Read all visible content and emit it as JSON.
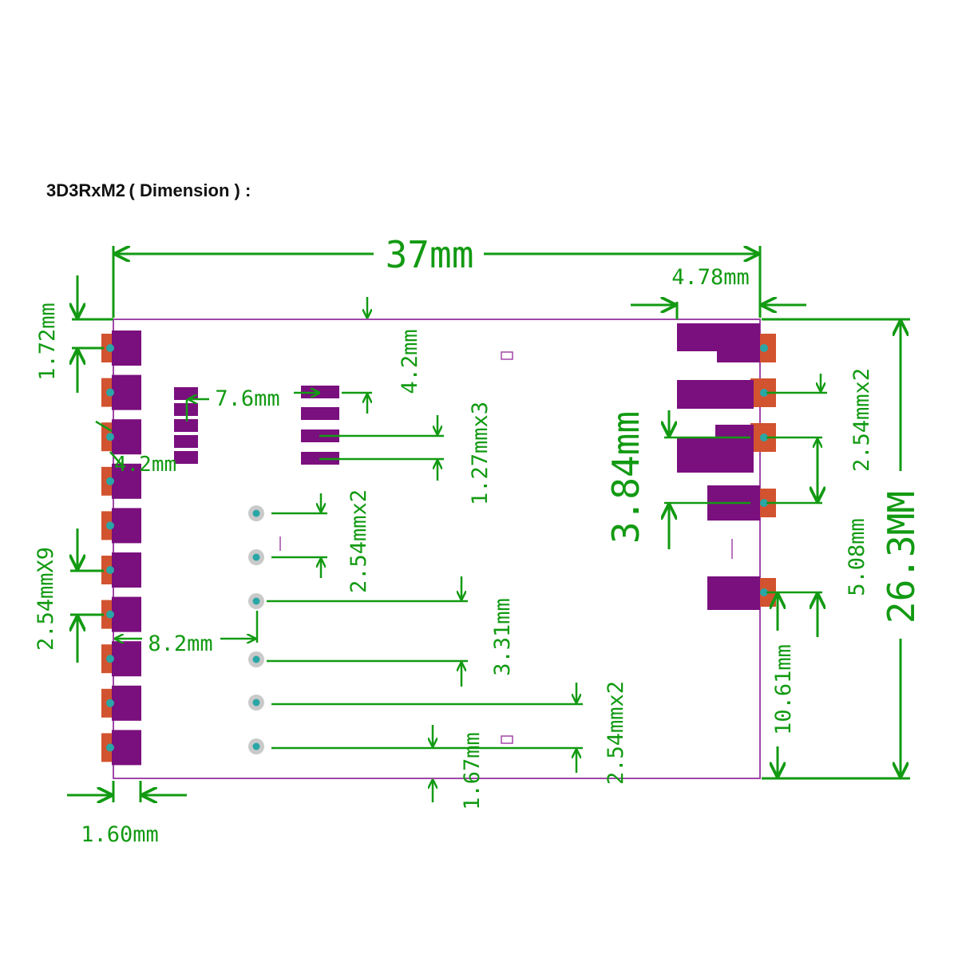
{
  "title": {
    "model": "3D3RxM2",
    "suffix": "( Dimension ) :"
  },
  "colors": {
    "dimension": "#129a12",
    "pad": "#7a0f7e",
    "copper": "#d2532f",
    "outline": "#a047a8",
    "hole": "#2aa6a6"
  },
  "dimensions": {
    "width": "37mm",
    "height": "26.3MM",
    "rf_width": "4.78mm",
    "top_margin": "1.72mm",
    "left_pitch": "2.54mmX9",
    "left_gap": "4.2mm",
    "small_pitch": "7.6mm",
    "top_offset": "4.2mm",
    "fine_pitch": "1.27mmx3",
    "mid_pitch": "2.54mmx2",
    "hole_offset": "8.2mm",
    "hole_gap": "3.31mm",
    "lower_pitch": "2.54mmx2",
    "bottom_offset": "1.67mm",
    "edge_width": "1.60mm",
    "rf_gap": "3.84mm",
    "right_pitch": "2.54mmx2",
    "right_gap": "5.08mm",
    "right_bottom": "10.61mm"
  }
}
